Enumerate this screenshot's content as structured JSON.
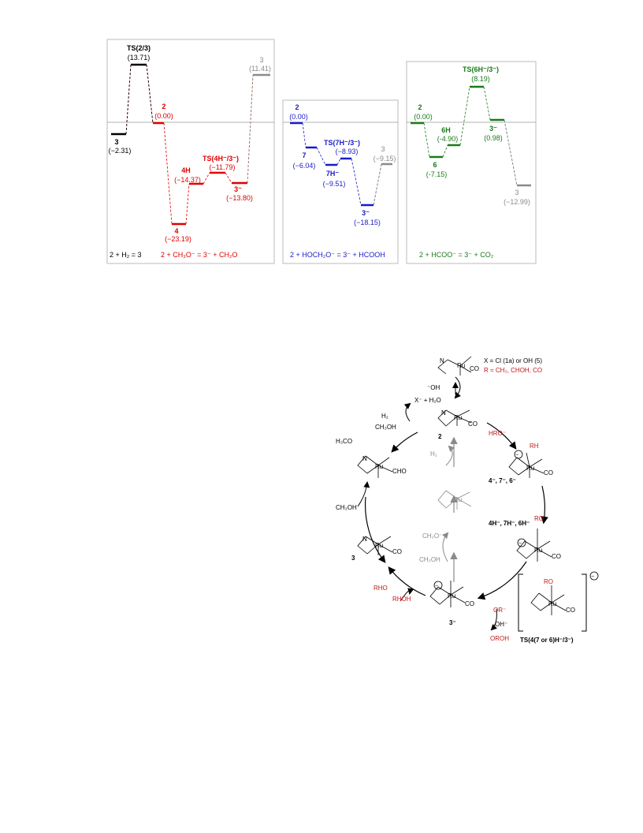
{
  "colors": {
    "black": "#000000",
    "red": "#e00000",
    "blue": "#1a1ac8",
    "green": "#1a7a1a",
    "gray": "#8a8a8a",
    "dark_red": "#a01818",
    "panel_border": "#bbbbbb"
  },
  "energy_diagram": {
    "panels": [
      {
        "id": "h2",
        "species": [
          {
            "name": "3",
            "energy": "(−2.31)",
            "color": "black"
          },
          {
            "name": "TS(2/3)",
            "energy": "(13.71)",
            "color": "black"
          },
          {
            "name": "2",
            "energy": "(0.00)",
            "color": "red"
          },
          {
            "name": "4",
            "energy": "(−23.19)",
            "color": "red"
          },
          {
            "name": "4H",
            "energy": "(−14.37)",
            "color": "red"
          },
          {
            "name": "TS(4H⁻/3⁻)",
            "energy": "(−11.79)",
            "color": "red"
          },
          {
            "name": "3⁻",
            "energy": "(−13.80)",
            "color": "red"
          },
          {
            "name": "3",
            "energy": "(11.41)",
            "color": "gray"
          }
        ],
        "caption": {
          "black": "2 + H₂ = 3",
          "red": "2 + CH₃O⁻ = 3⁻ + CH₂O"
        }
      },
      {
        "id": "methoxide",
        "species": [
          {
            "name": "2",
            "energy": "(0.00)",
            "color": "blue"
          },
          {
            "name": "7",
            "energy": "(−6.04)",
            "color": "blue"
          },
          {
            "name": "TS(7H⁻/3⁻)",
            "energy": "(−8.93)",
            "color": "blue"
          },
          {
            "name": "7H⁻",
            "energy": "(−9.51)",
            "color": "blue"
          },
          {
            "name": "3⁻",
            "energy": "(−18.15)",
            "color": "blue"
          },
          {
            "name": "3",
            "energy": "(−9.15)",
            "color": "gray"
          }
        ],
        "caption": {
          "text": "2 + HOCH₂O⁻ = 3⁻ + HCOOH"
        }
      },
      {
        "id": "formate",
        "species": [
          {
            "name": "2",
            "energy": "(0.00)",
            "color": "green"
          },
          {
            "name": "6",
            "energy": "(-7.15)",
            "color": "green"
          },
          {
            "name": "6H",
            "energy": "(-4.90)",
            "color": "green"
          },
          {
            "name": "TS(6H⁻/3⁻)",
            "energy": "(8.19)",
            "color": "green"
          },
          {
            "name": "3⁻",
            "energy": "(0.98)",
            "color": "green"
          },
          {
            "name": "3",
            "energy": "(−12.99)",
            "color": "gray"
          }
        ],
        "caption": {
          "text": "2 + HCOO⁻ = 3⁻ + CO₂"
        }
      }
    ]
  },
  "catalytic_cycle": {
    "precursor_label_x": "X = Cl (1a) or OH (5)",
    "precursor_label_r": "R = CH₃, CHOH, CO",
    "base_label": "⁻OH",
    "byproduct_label": "X⁻ + H₂O",
    "h2_label": "H₂",
    "ch3oh_top_label": "CH₃OH",
    "h3co_label": "H₃CO",
    "ch3oh_left_label": "CH₃OH",
    "h2_center_label": "H₂",
    "ch3o_center_label": "CH₃O⁻",
    "ch3oh_center_label": "CH₃OH",
    "hro_label": "HRO⁻",
    "ro_label": "RO",
    "rh_label": "RH",
    "rho_label": "RHO",
    "rhoh_label": "RHOH",
    "or_label": "OR⁻",
    "oh_label": "OH⁻",
    "oroh_label": "OROH",
    "compound_2": "2",
    "compound_3": "3",
    "compound_3minus": "3⁻",
    "compound_4x": "4⁻, 7⁻, 6⁻",
    "compound_4h": "4H⁻, 7H⁻, 6H⁻",
    "ts_label": "TS(4(7 or 6)H⁻/3⁻)",
    "ru_label": "Ru",
    "charge_label": "⊖"
  }
}
